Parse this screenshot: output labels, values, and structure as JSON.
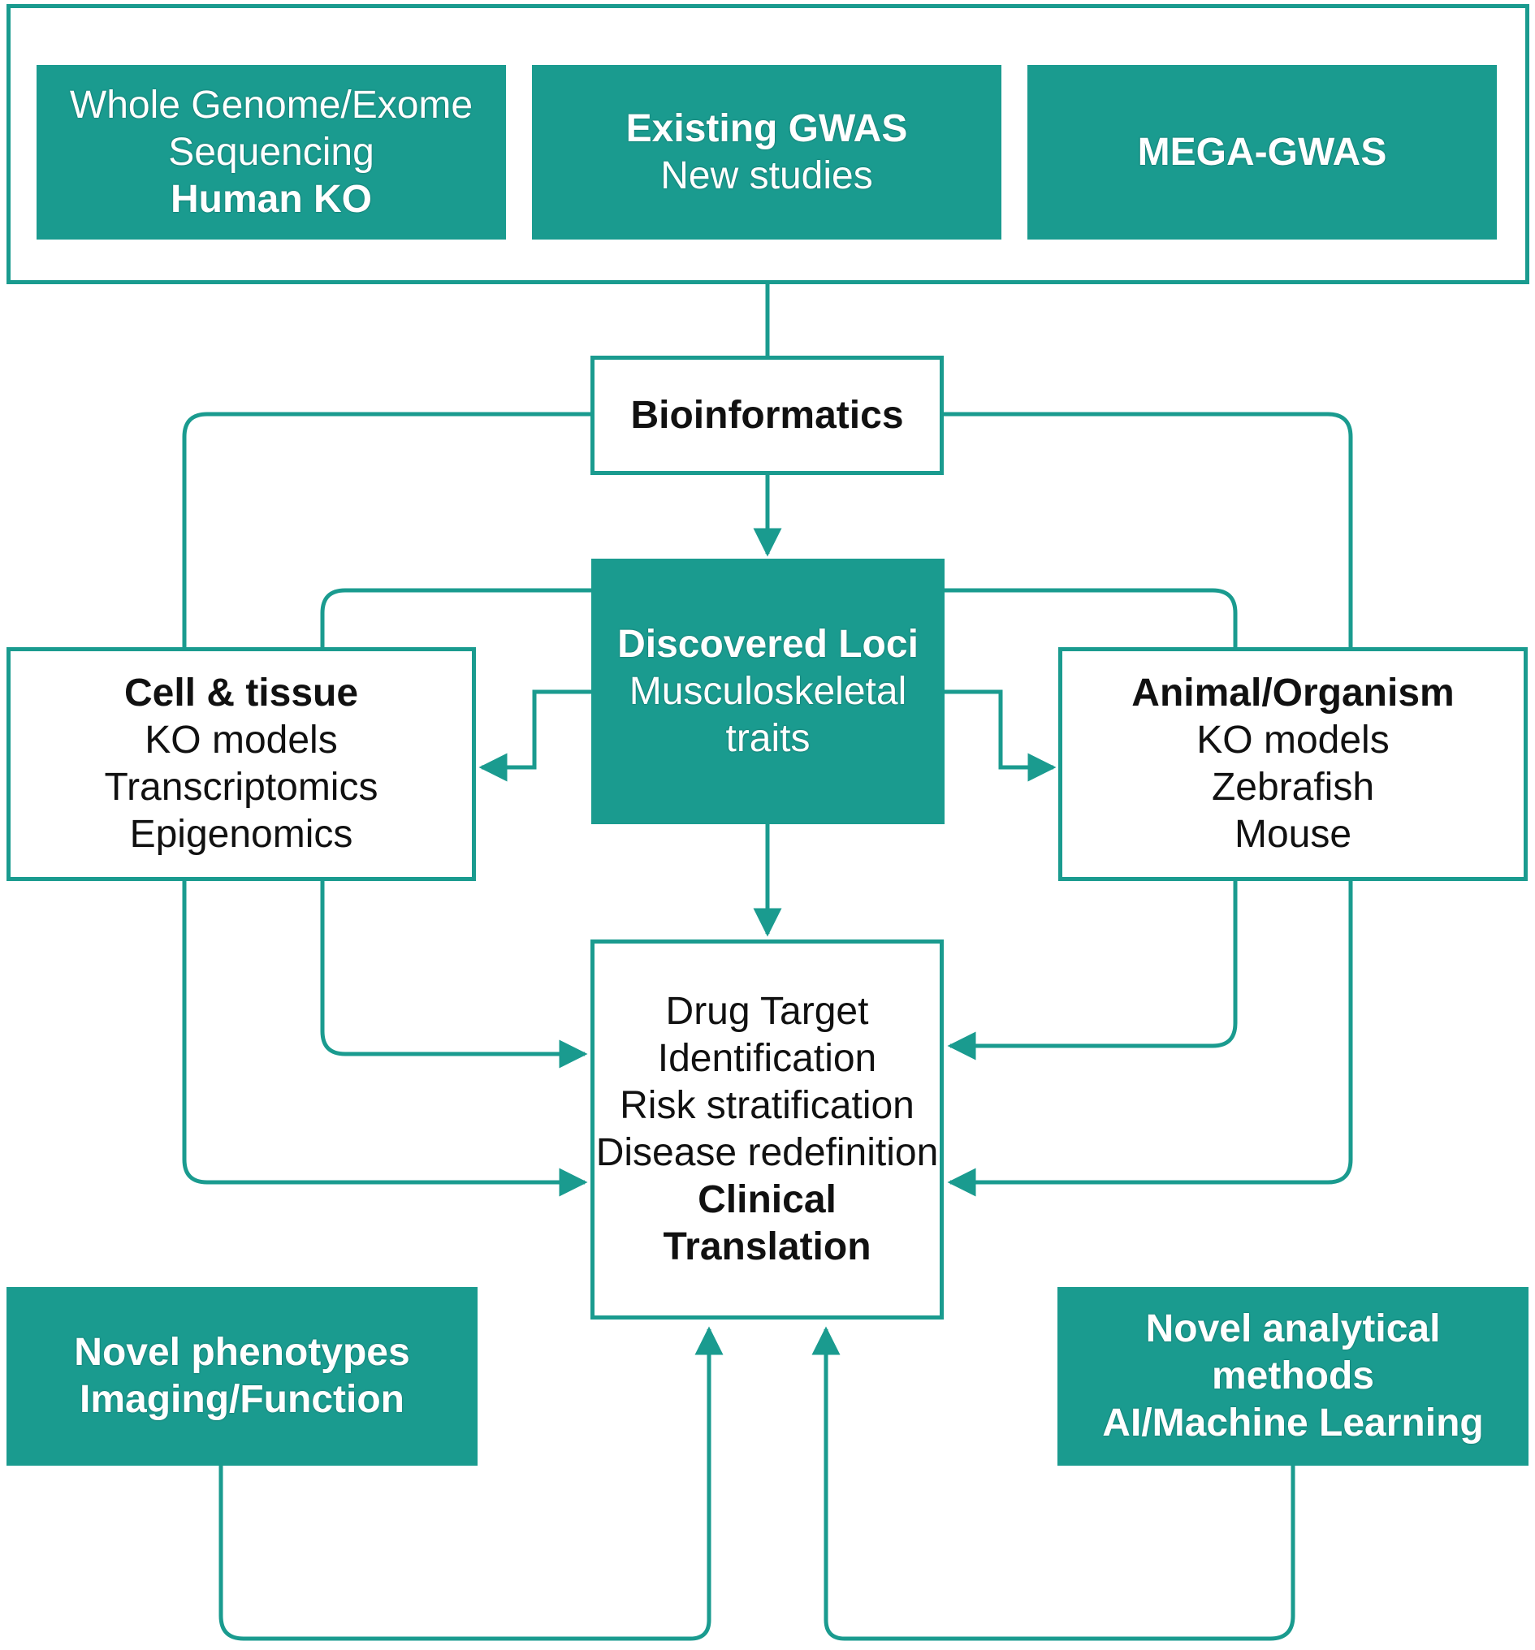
{
  "colors": {
    "teal": "#1a9b8f",
    "text": "#111111",
    "white": "#ffffff"
  },
  "sources": {
    "sequencing": {
      "line1": "Whole Genome/Exome",
      "line2": "Sequencing",
      "line3": "Human KO"
    },
    "gwas": {
      "line1": "Existing GWAS",
      "line2": "New studies"
    },
    "mega": {
      "line1": "MEGA-GWAS"
    }
  },
  "bioinformatics": {
    "label": "Bioinformatics"
  },
  "loci": {
    "line1": "Discovered Loci",
    "line2": "Musculoskeletal",
    "line3": "traits"
  },
  "cell_tissue": {
    "title": "Cell & tissue",
    "line2": "KO models",
    "line3": "Transcriptomics",
    "line4": "Epigenomics"
  },
  "animal": {
    "title": "Animal/Organism",
    "line2": "KO models",
    "line3": "Zebrafish",
    "line4": "Mouse"
  },
  "outcome": {
    "line1": "Drug Target",
    "line2": "Identification",
    "line3": "Risk stratification",
    "line4": "Disease redefinition",
    "line5": "Clinical",
    "line6": "Translation"
  },
  "phenotypes": {
    "line1": "Novel phenotypes",
    "line2": "Imaging/Function"
  },
  "methods": {
    "line1": "Novel analytical",
    "line2": "methods",
    "line3": "AI/Machine Learning"
  }
}
